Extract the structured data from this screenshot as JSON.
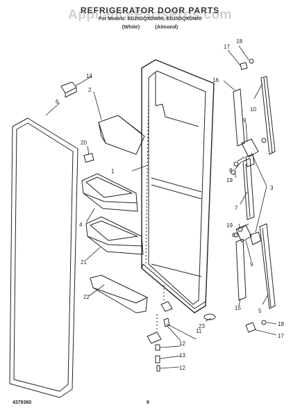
{
  "header": {
    "title": "REFRIGERATOR DOOR PARTS",
    "models": "For Models: ED25DQXDW00, ED25DQXDN00",
    "color_white": "(White)",
    "color_almond": "(Almond)"
  },
  "watermark": "AppliancePartsPros.com",
  "footer": {
    "doc_number": "4379360",
    "page_number": "9"
  },
  "callouts": {
    "c1": "1",
    "c2": "2",
    "c3": "3",
    "c4": "4",
    "c5": "5",
    "c6": "6",
    "c7": "7",
    "c8a": "8",
    "c8b": "8",
    "c9a": "9",
    "c9b": "9",
    "c10": "10",
    "c11": "11",
    "c12a": "12",
    "c12b": "12",
    "c13": "13",
    "c14": "14",
    "c15": "15",
    "c16": "16",
    "c17a": "17",
    "c17b": "17",
    "c18a": "18",
    "c18b": "18",
    "c19a": "19",
    "c19b": "19",
    "c20": "20",
    "c21": "21",
    "c22": "22",
    "c23": "23"
  },
  "colors": {
    "ink": "#222222",
    "paper": "#ffffff",
    "watermark": "#aaaaaa"
  }
}
